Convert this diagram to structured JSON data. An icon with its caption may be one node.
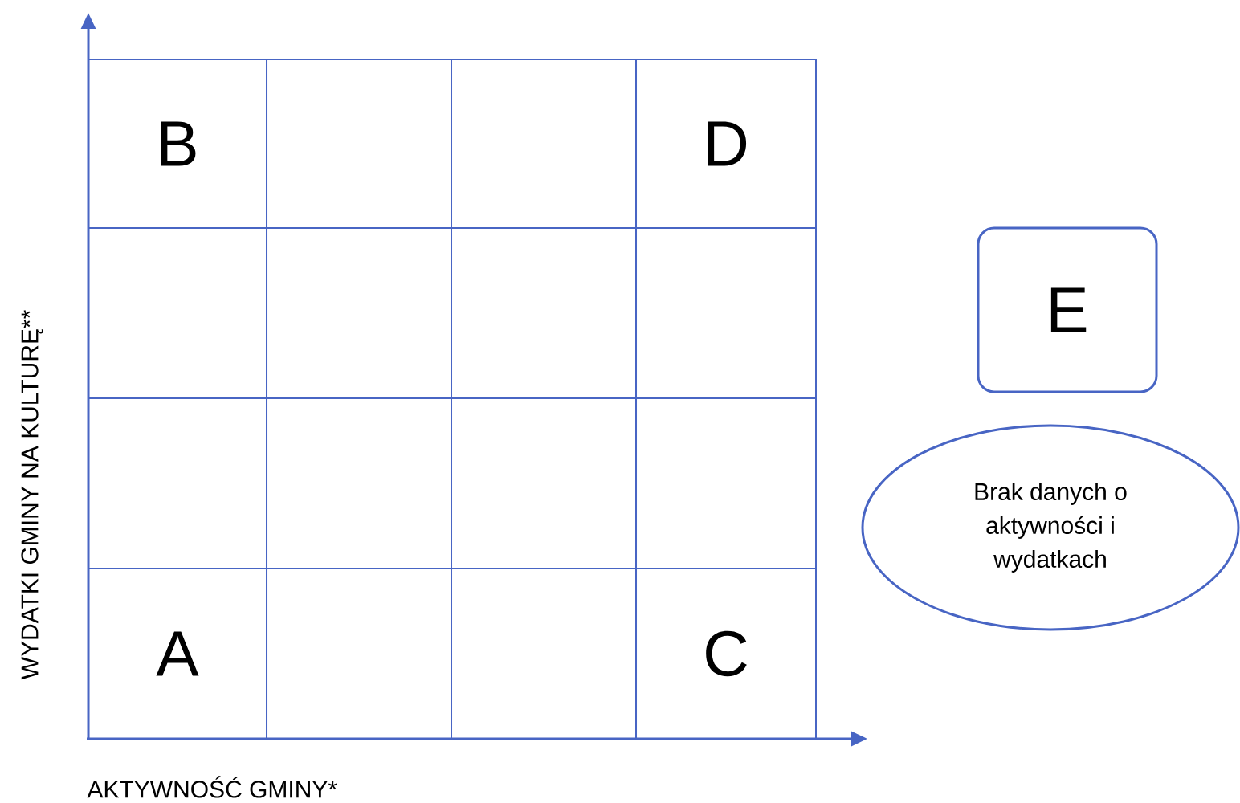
{
  "diagram": {
    "nodes": [
      {
        "text": [
          "B"
        ]
      },
      {
        "text": [],
        "shape": "box"
      },
      {
        "text": [],
        "shape": "box"
      },
      {
        "text": [
          "D"
        ]
      },
      {
        "text": [],
        "shape": "box"
      },
      {
        "text": [],
        "shape": "box"
      },
      {
        "text": [],
        "shape": "box"
      },
      {
        "text": [],
        "shape": "box"
      },
      {
        "text": [],
        "shape": "box"
      },
      {
        "text": [],
        "shape": "box"
      },
      {
        "text": [],
        "shape": "box"
      },
      {
        "text": [],
        "shape": "box"
      },
      {
        "text": [
          "A"
        ]
      },
      {
        "text": [],
        "shape": "box"
      },
      {
        "text": [],
        "shape": "box"
      },
      {
        "text": [
          "C"
        ]
      },
      {
        "text": [
          "E"
        ]
      },
      {
        "text": [
          "Brak danych o aktywności i wydatkach"
        ]
      }
    ],
    "labels": [
      "AKTYWNOŚĆ GMINY*",
      "WYDATKI GMINY NA KULTURĘ**"
    ]
  }
}
